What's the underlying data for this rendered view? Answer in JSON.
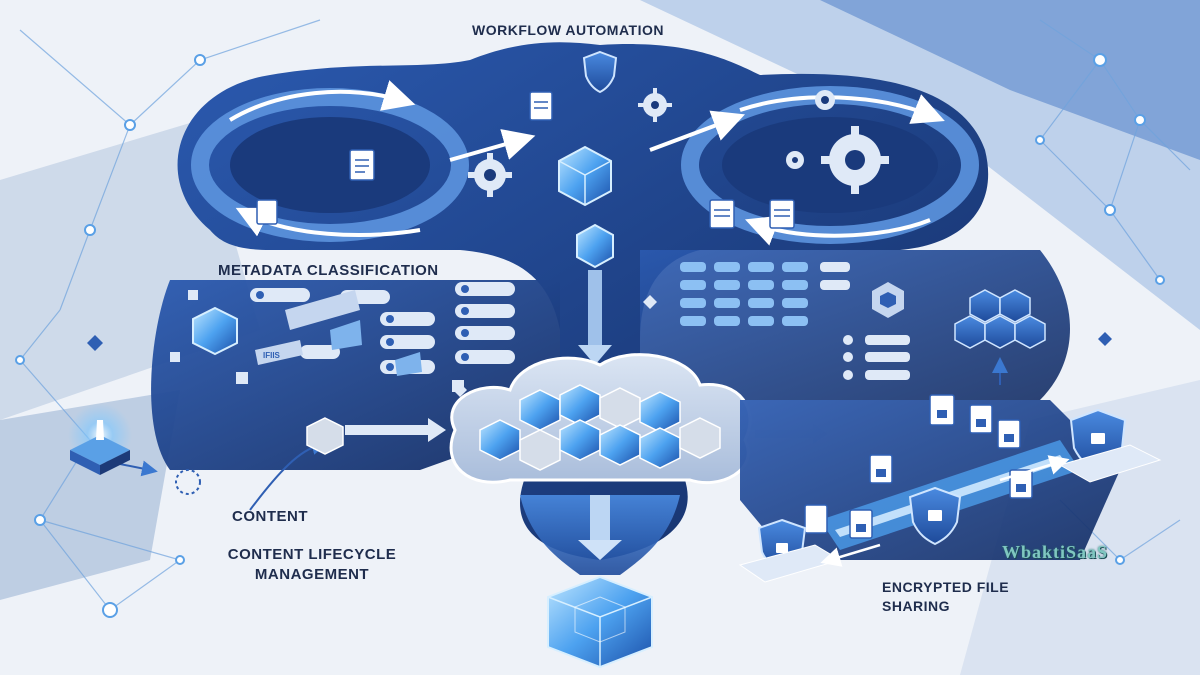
{
  "labels": {
    "workflow": "WORKFLOW AUTOMATION",
    "metadata": "METADATA CLASSIFICATION",
    "content": "CONTENT",
    "lifecycle": "CONTENT LIFECYCLE MANAGEMENT",
    "encrypted": "ENCRYPTED FILE SHARING",
    "small_tag": "IFIIS"
  },
  "watermark": "WbaktiSaaS",
  "colors": {
    "background": "#eef2f8",
    "dark_blue": "#1d3a78",
    "mid_blue": "#2f5fb3",
    "light_blue": "#5aa0e6",
    "glow": "#8fd0ff",
    "panel": "#c9d6ea"
  },
  "icons": [
    "shield-lock-icon",
    "gear-icon",
    "document-icon",
    "cube-icon",
    "arrow-icon",
    "lock-icon",
    "hexagon-icon"
  ]
}
